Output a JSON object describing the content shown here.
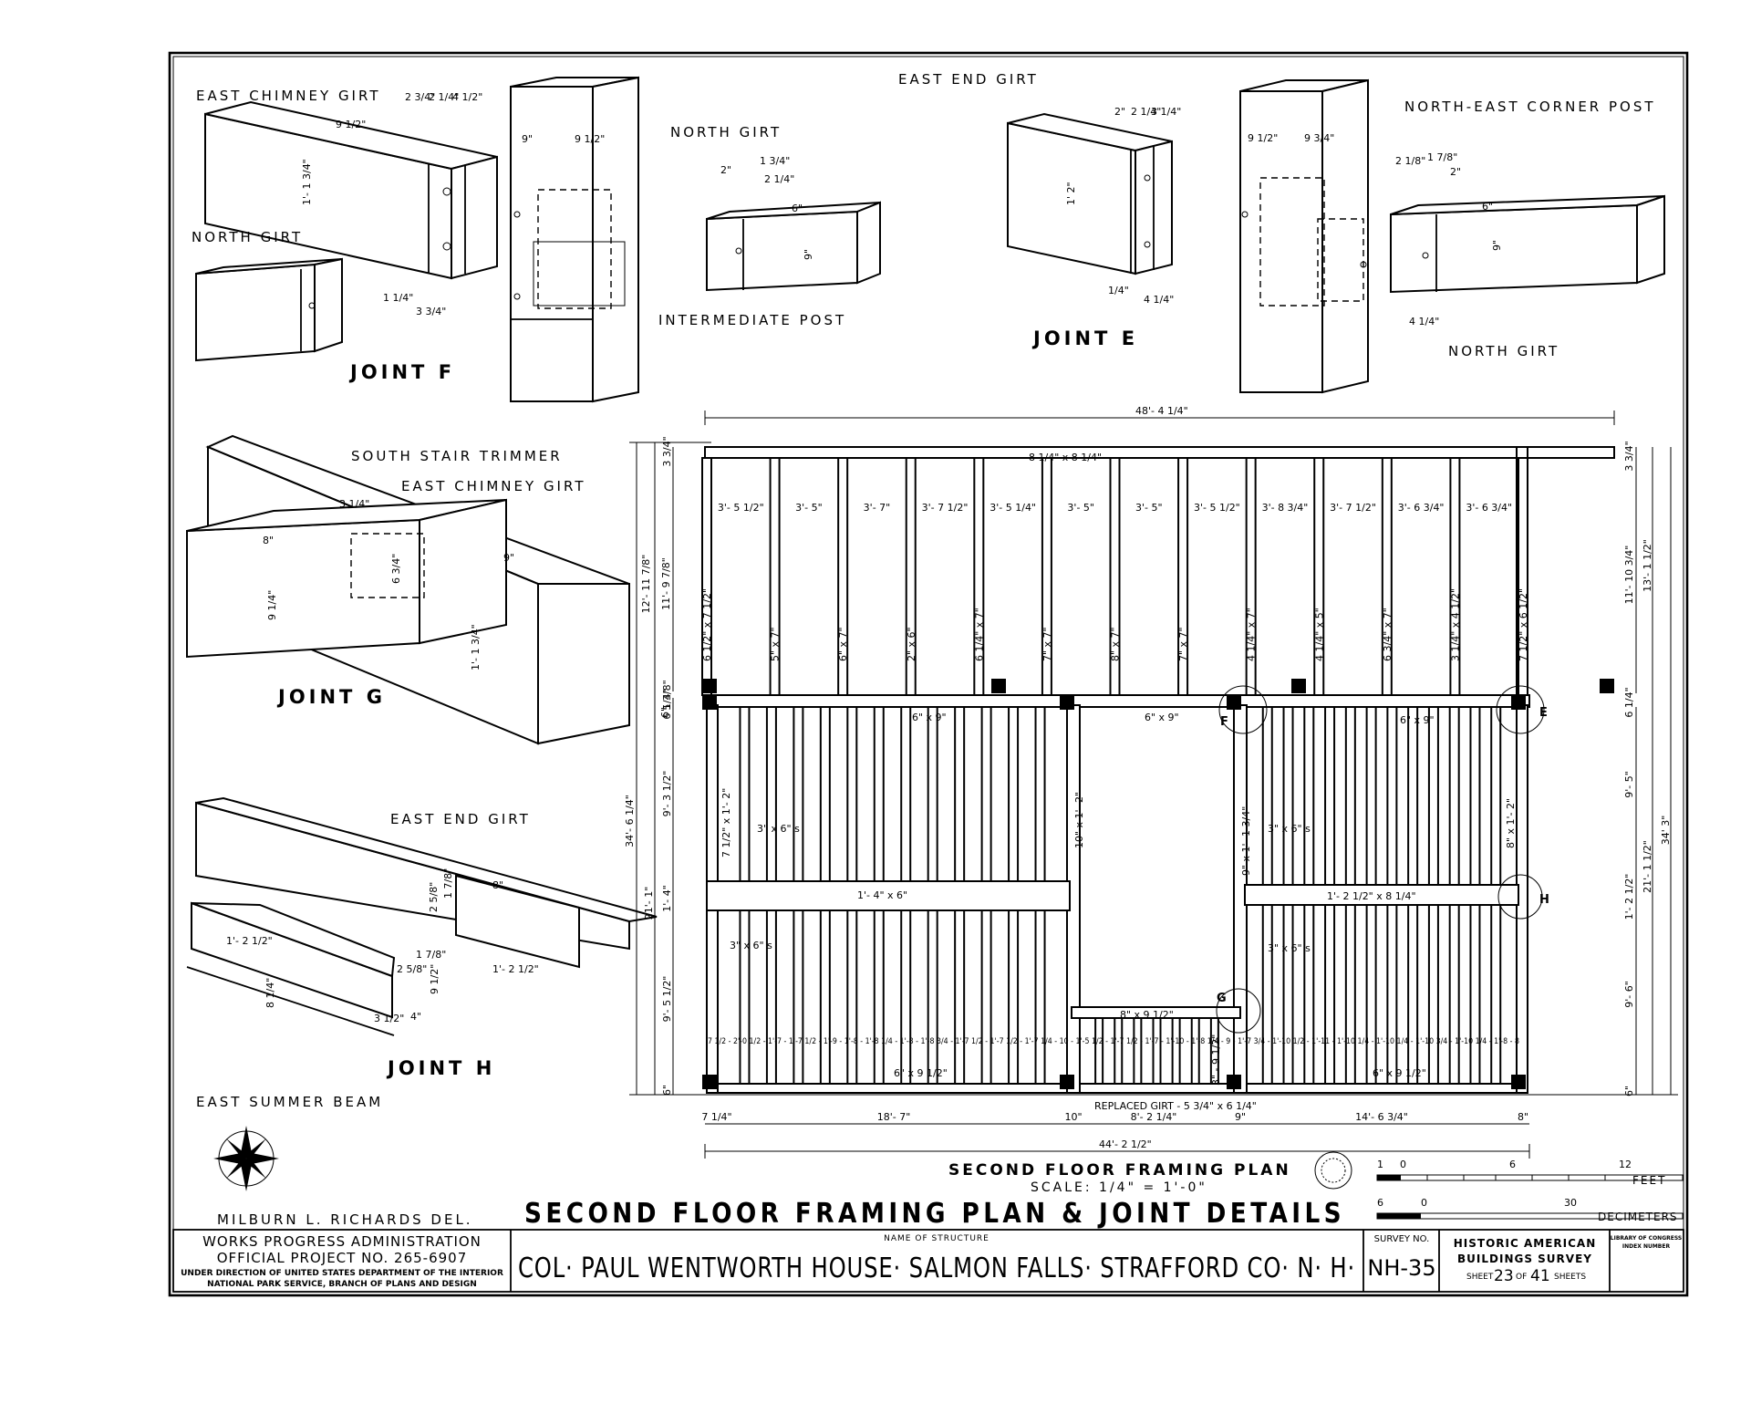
{
  "drawing_title": "SECOND FLOOR FRAMING PLAN & JOINT DETAILS",
  "plan": {
    "title": "SECOND FLOOR FRAMING PLAN",
    "scale": "SCALE: 1/4\" = 1'-0\"",
    "overall_top": "48'- 4 1/4\"",
    "overall_bottom": "44'- 2 1/2\"",
    "top_plate": "8 1/4\" x 8 1/4\"",
    "top_spacings": [
      "3'- 5 1/2\"",
      "3'- 5\"",
      "3'- 7\"",
      "3'- 7 1/2\"",
      "3'- 5 1/4\"",
      "3'- 5\"",
      "3'- 5\"",
      "3'- 5 1/2\"",
      "3'- 8 3/4\"",
      "3'- 7 1/2\"",
      "3'- 6 3/4\"",
      "3'- 6 3/4\""
    ],
    "top_joist_sizes": [
      "6 1/2\" x 7 1/2\"",
      "5\" x 7\"",
      "6\" x 7\"",
      "2\" x 6\"",
      "6 1/4\" x 7\"",
      "7\" x 7\"",
      "8\" x 7\"",
      "7\" x 7\"",
      "4 1/4\" x 7\"",
      "4 1/4\" x 5\"",
      "6 3/4\" x 7\"",
      "3 1/4\" x 4 1/2\"",
      "7 1/2\" x 6 1/2\""
    ],
    "girt_labels": [
      "6\" x 9\"",
      "6\" x 9\"",
      "6\" x 9\""
    ],
    "summer_left": "1'- 4\" x 6\"",
    "summer_right": "1'- 2 1/2\" x 8 1/4\"",
    "joists_left_upper": "3\" x 6\" s",
    "joists_left_lower": "3\" x 6\" s",
    "joists_right_upper": "3\" x 6\" s",
    "joists_right_lower": "3\" x 6\" s",
    "post_left": "7 1/2\" x 1'- 2\"",
    "beam_mid_left": "10\" x 1'- 2\"",
    "beam_mid_right": "9\" x 1'- 1 3/4\"",
    "beam_right": "8\" x 1'- 2\"",
    "stair_header": "8\" x 9 1/2\"",
    "stair_joist": "3\" - 9 1/2\"",
    "bottom_left_label": "6\" x 9 1/2\"",
    "bottom_right_label": "6\" x 9 1/2\"",
    "replaced_girt": "REPLACED GIRT - 5 3/4\" x 6 1/4\"",
    "bottom_spacings": "7 1/2 - 2'-0 1/2 - 1'-7 - 1'-7 1/2 - 1'-9 - 1'-8 - 1'-8 1/4 - 1'-8 - 1'-8 3/4 - 1'-7 1/2 - 1'-7 1/2 - 1'-7 1/4 - 10 - 1'-5 1/2 - 1'-7 1/2 - 1'-7 - 1'-10 - 1'-8 1/4 - 9 - 1'-7 3/4 - 1'-10 1/2 - 1'-11 - 1'-10 1/4 - 1'-10 1/4 - 1'-10 3/4 - 1'-10 1/4 - 1'-8 - 8",
    "bottom_bays": [
      "7 1/4\"",
      "18'- 7\"",
      "10\"",
      "8'- 2 1/4\"",
      "9\"",
      "14'- 6 3/4\"",
      "8\""
    ],
    "left_dims": [
      "3 3/4\"",
      "12'- 11 7/8\"",
      "11'- 9 7/8\"",
      "5 3/8\"",
      "6 1/4\"",
      "6\"",
      "9'- 3 1/2\"",
      "1'- 4\"",
      "9'- 5 1/2\"",
      "6\"",
      "21'- 1\"",
      "34'- 6 1/4\""
    ],
    "right_dims": [
      "3 3/4\"",
      "11'- 10 3/4\"",
      "13'- 1 1/2\"",
      "6 1/4\"",
      "9'- 5\"",
      "1'- 2 1/2\"",
      "9'- 6\"",
      "6\"",
      "21'- 1 1/2\"",
      "34' 3\""
    ],
    "marker_letters": [
      "F",
      "E",
      "G",
      "H"
    ]
  },
  "joints": {
    "f": {
      "name": "JOINT F",
      "labels": [
        "EAST CHIMNEY GIRT",
        "NORTH GIRT",
        "INTERMEDIATE POST"
      ],
      "dims": [
        "9 1/2\"",
        "2 3/4\"",
        "2 1/4\"",
        "4 1/2\"",
        "1'- 1 3/4\"",
        "1 1/4\"",
        "3 3/4\"",
        "9\"",
        "9 1/2\""
      ]
    },
    "north": {
      "labels": [
        "NORTH GIRT"
      ],
      "dims": [
        "2\"",
        "1 3/4\"",
        "2 1/4\"",
        "6\"",
        "9\""
      ]
    },
    "e": {
      "name": "JOINT E",
      "labels": [
        "EAST END GIRT",
        "NORTH-EAST CORNER POST",
        "NORTH GIRT"
      ],
      "dims": [
        "2\"",
        "2 1/4\"",
        "3 1/4\"",
        "1' 2\"",
        "1/4\"",
        "4 1/4\"",
        "9 1/2\"",
        "9 3/4\"",
        "2 1/8\"",
        "1 7/8\"",
        "2\"",
        "6\"",
        "9\"",
        "4 1/4\""
      ]
    },
    "g": {
      "name": "JOINT G",
      "labels": [
        "SOUTH STAIR TRIMMER",
        "EAST CHIMNEY GIRT"
      ],
      "dims": [
        "3 1/4\"",
        "8\"",
        "9 1/4\"",
        "6 3/4\"",
        "9\"",
        "1'- 1 3/4\""
      ]
    },
    "h": {
      "name": "JOINT H",
      "labels": [
        "EAST END GIRT",
        "EAST SUMMER BEAM"
      ],
      "dims": [
        "8\"",
        "2 5/8\"",
        "1 7/8\"",
        "1'- 2 1/2\"",
        "1 7/8\"",
        "2 5/8\"",
        "9 1/2\"",
        "1'- 2 1/2\"",
        "8 1/4\"",
        "3 1/2\"",
        "4\""
      ]
    }
  },
  "scale_bar": {
    "feet_ticks": [
      "1",
      "0",
      "6",
      "12"
    ],
    "feet_unit": "FEET",
    "dec_ticks": [
      "6",
      "0",
      "30"
    ],
    "dec_unit": "DECIMETERS"
  },
  "title_block": {
    "delineator": "MILBURN L. RICHARDS DEL.",
    "wpa_line1": "WORKS PROGRESS ADMINISTRATION",
    "wpa_line2": "OFFICIAL PROJECT NO. 265-6907",
    "wpa_line3": "UNDER DIRECTION OF UNITED STATES DEPARTMENT OF THE INTERIOR",
    "wpa_line4": "NATIONAL PARK SERVICE, BRANCH OF PLANS AND DESIGN",
    "structure_label": "NAME OF STRUCTURE",
    "structure_name": "COL· PAUL WENTWORTH HOUSE· SALMON FALLS· STRAFFORD CO· N· H·",
    "survey_label": "SURVEY NO.",
    "survey_no": "NH-35",
    "habs1": "HISTORIC AMERICAN",
    "habs2": "BUILDINGS SURVEY",
    "sheet_word": "SHEET",
    "sheet_no": "23",
    "of_word": "OF",
    "sheet_total": "41",
    "sheets_word": "SHEETS",
    "loc1": "LIBRARY OF CONGRESS",
    "loc2": "INDEX NUMBER"
  }
}
